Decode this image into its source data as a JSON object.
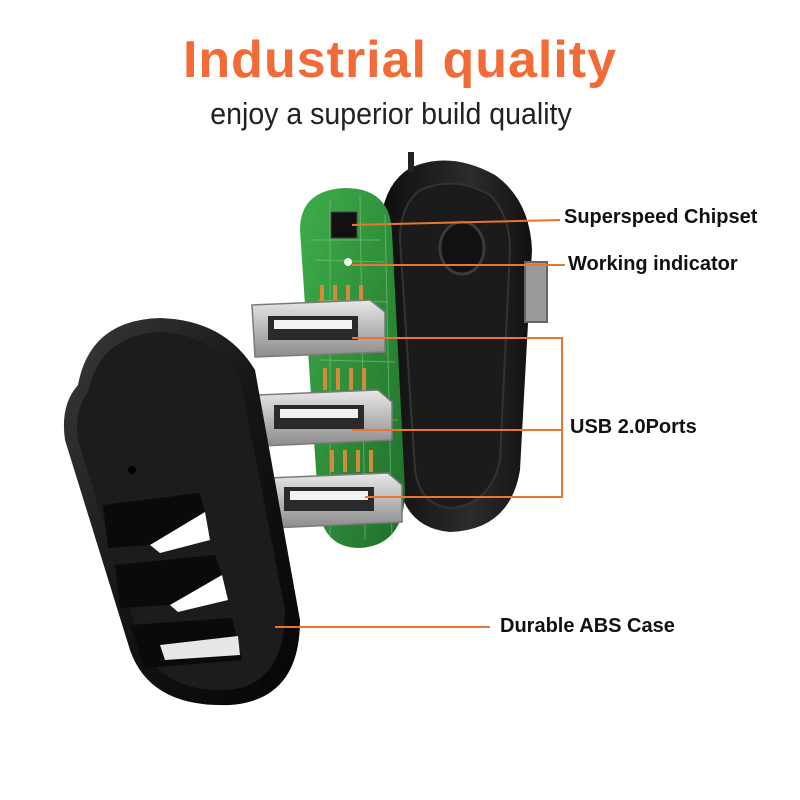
{
  "headline": "Industrial quality",
  "subheadline": "enjoy a superior build quality",
  "callouts": {
    "chipset": "Superspeed Chipset",
    "indicator": "Working indicator",
    "usb_ports": "USB 2.0Ports",
    "case": "Durable ABS Case"
  },
  "colors": {
    "accent": "#f26a35",
    "pcb": "#2f8a3a",
    "case": "#1a1a1a",
    "port_metal": "#c9c9c9"
  }
}
